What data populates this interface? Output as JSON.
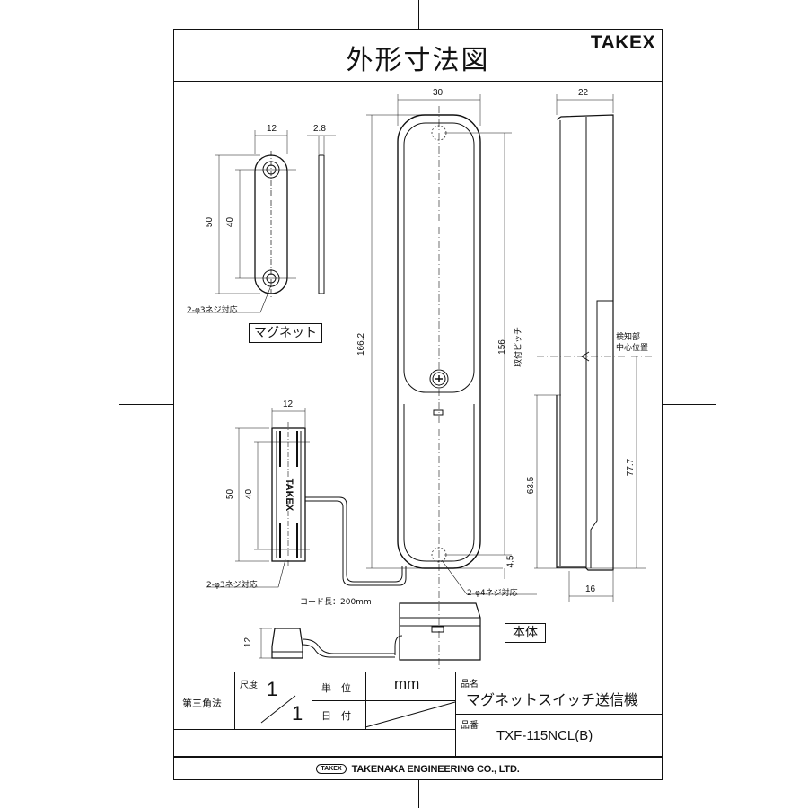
{
  "header": {
    "title": "外形寸法図",
    "brand": "TAKEX"
  },
  "magnet_view": {
    "label": "マグネット",
    "width_dim": "12",
    "thickness_dim": "2.8",
    "length_dim": "50",
    "pitch_dim": "40",
    "screw_note": "2-φ3ネジ対応"
  },
  "magnet_side_view": {
    "width_dim": "12",
    "length_dim": "50",
    "pitch_dim": "40",
    "screw_note": "2-φ3ネジ対応",
    "imprint": "TAKEX",
    "cord_note": "コード長：200mm",
    "height_dim": "12"
  },
  "body_view": {
    "label": "本体",
    "width_dim": "30",
    "length_dim": "166.2",
    "pitch_dim": "156",
    "pitch_label": "取付ピッチ",
    "offset_dim": "4.5",
    "lower_dim": "63.5",
    "screw_note": "2-φ4ネジ対応"
  },
  "side_view": {
    "depth_dim": "22",
    "bottom_depth_dim": "16",
    "sensor_dim": "77.7",
    "sensor_note_line1": "検知部",
    "sensor_note_line2": "中心位置"
  },
  "title_block": {
    "projection": "第三角法",
    "scale_label": "尺度",
    "scale_num": "1",
    "scale_den": "1",
    "unit_label": "単　位",
    "unit_value": "mm",
    "date_label": "日　付",
    "date_value": "",
    "product_name_label": "品名",
    "product_name": "マグネットスイッチ送信機",
    "product_no_label": "品番",
    "product_no": "TXF-115NCL(B)",
    "company_logo": "TAKEX",
    "company": "TAKENAKA ENGINEERING CO., LTD."
  }
}
